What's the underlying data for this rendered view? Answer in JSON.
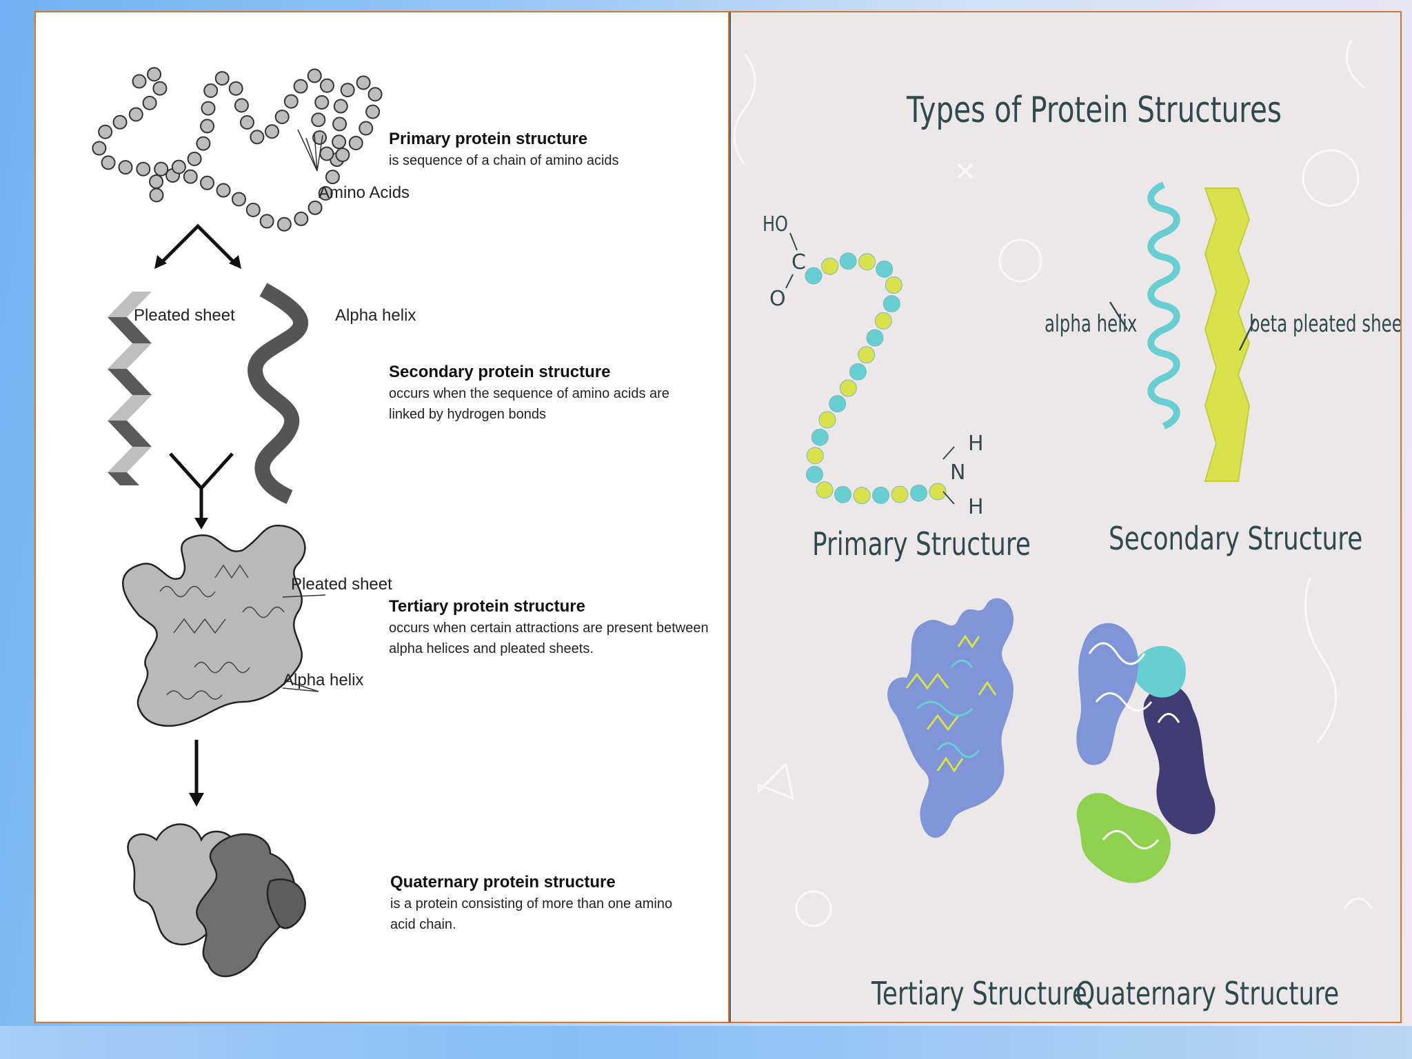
{
  "left_panel": {
    "primary": {
      "amino_label": "Amino Acids",
      "title": "Primary protein structure",
      "text": "is sequence of a chain of amino acids"
    },
    "secondary": {
      "pleated_label": "Pleated sheet",
      "helix_label": "Alpha helix",
      "title": "Secondary protein structure",
      "text": "occurs when the sequence of amino acids are linked by hydrogen bonds"
    },
    "tertiary": {
      "pleated_label": "Pleated sheet",
      "helix_label": "Alpha helix",
      "title": "Tertiary protein structure",
      "text": "occurs when certain attractions are present between alpha helices and pleated sheets."
    },
    "quaternary": {
      "title": "Quaternary protein structure",
      "text": "is a protein consisting of more than one amino acid chain."
    }
  },
  "right_panel": {
    "title": "Types of Protein Structures",
    "primary": {
      "label": "Primary Structure",
      "ho": "HO",
      "c": "C",
      "o": "O",
      "n": "N",
      "h_top": "H",
      "h_bottom": "H"
    },
    "secondary": {
      "label": "Secondary Structure",
      "alpha": "alpha helix",
      "beta": "beta pleated sheet"
    },
    "tertiary": {
      "label": "Tertiary Structure"
    },
    "quaternary": {
      "label": "Quaternary Structure"
    }
  },
  "colors": {
    "frame_border": "#d8762c",
    "teal": "#67cfd2",
    "yellow_green": "#d9e24a",
    "periwinkle": "#7f95d8",
    "navy": "#3f3d74",
    "lime": "#8fd14f",
    "text_dark": "#2f4a4c"
  }
}
